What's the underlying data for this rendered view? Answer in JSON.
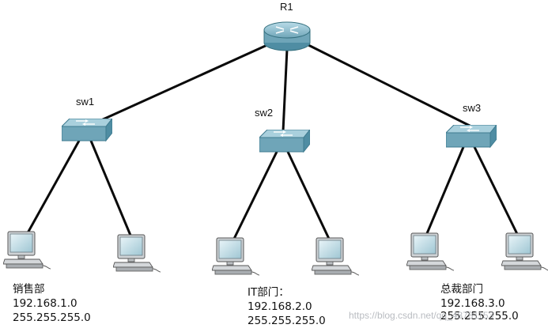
{
  "router": {
    "label": "R1"
  },
  "switches": [
    {
      "label": "sw1"
    },
    {
      "label": "sw2"
    },
    {
      "label": "sw3"
    }
  ],
  "departments": [
    {
      "name": "销售部",
      "network": "192.168.1.0",
      "mask": "255.255.255.0"
    },
    {
      "name": "IT部门：",
      "network": "192.168.2.0",
      "mask": "255.255.255.0"
    },
    {
      "name": "总裁部门",
      "network": "192.168.3.0",
      "mask": "255.255.255.0"
    }
  ],
  "watermark": "https://blog.csdn.net/qq_48781153",
  "colors": {
    "device": "#7fb3c5",
    "device_dark": "#4f8da3",
    "link": "#0a0a0a"
  }
}
